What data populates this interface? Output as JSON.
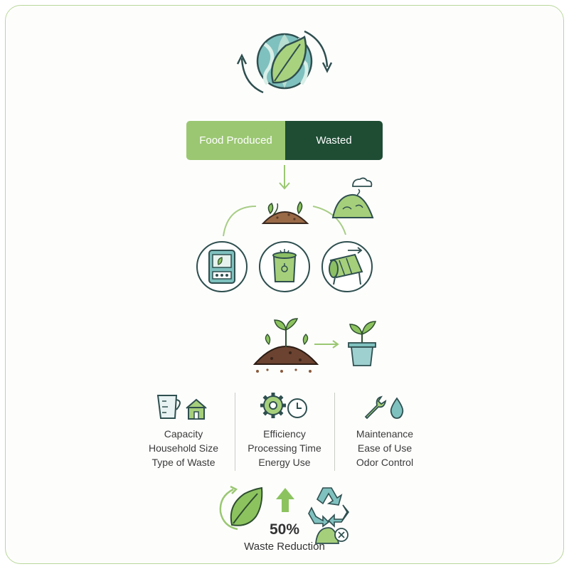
{
  "bar": {
    "left_label": "Food Produced",
    "right_label": "Wasted"
  },
  "factors": [
    {
      "title": "Capacity",
      "lines": [
        "Household Size",
        "Type of Waste"
      ]
    },
    {
      "title": "Efficiency",
      "lines": [
        "Processing Time",
        "Energy Use"
      ]
    },
    {
      "title": "Maintenance",
      "lines": [
        "Ease of Use",
        "Odor Control"
      ]
    }
  ],
  "result": {
    "value": "50%",
    "label": "Waste Reduction"
  },
  "colors": {
    "light_green": "#9bc772",
    "dark_green": "#1e4d34",
    "teal": "#5fa9a8",
    "soil": "#8a5a3c",
    "border": "#b9d79a"
  },
  "icons": [
    "globe-leaf-icon",
    "cycle-arrows-icon",
    "soil-pile-icon",
    "landfill-icon",
    "cloud-icon",
    "countertop-composter-icon",
    "compost-bin-icon",
    "tumbler-icon",
    "potted-plant-icon",
    "measuring-cup-icon",
    "house-icon",
    "gear-icon",
    "clock-icon",
    "wrench-icon",
    "water-drop-icon",
    "leaf-cycle-icon",
    "up-arrow-icon",
    "recycle-icon",
    "no-waste-icon"
  ]
}
